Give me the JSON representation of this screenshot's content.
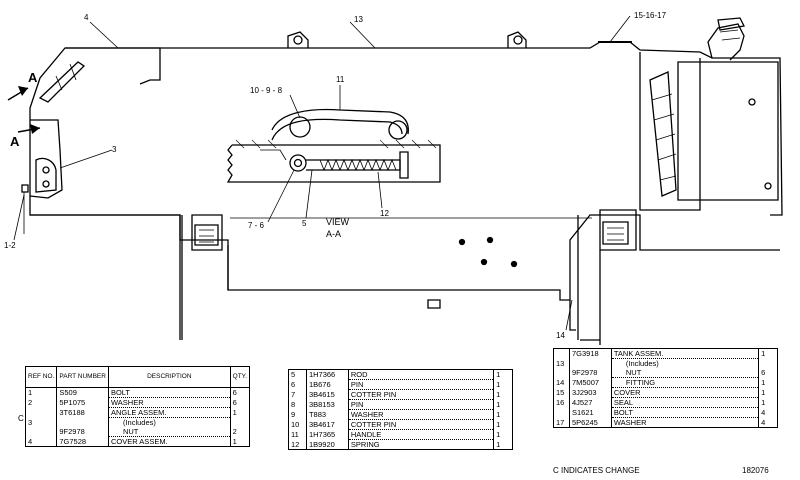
{
  "callouts": {
    "c4": "4",
    "c13": "13",
    "c15_16_17": "15-16-17",
    "c11": "11",
    "c10_9_8": "10 - 9 - 8",
    "c3": "3",
    "c1_2": "1-2",
    "c7_6": "7 - 6",
    "c5": "5",
    "c12": "12",
    "c14": "14",
    "a_top": "A",
    "a_bottom": "A",
    "view": "VIEW",
    "view_aa": "A-A"
  },
  "table1": {
    "headers": {
      "ref": "REF NO.",
      "part": "PART NUMBER",
      "desc": "DESCRIPTION",
      "qty": "QTY."
    },
    "rows": [
      {
        "ref": "1",
        "part": "S509",
        "desc": "BOLT",
        "qty": "6",
        "c": ""
      },
      {
        "ref": "2",
        "part": "5P1075",
        "desc": "WASHER",
        "qty": "6",
        "c": ""
      },
      {
        "ref": "",
        "part": "3T6188",
        "desc": "ANGLE ASSEM.",
        "qty": "1",
        "c": "C"
      },
      {
        "ref": "3",
        "part": "",
        "desc": "(Includes)",
        "qty": "",
        "c": ""
      },
      {
        "ref": "",
        "part": "9F2978",
        "desc": "NUT",
        "qty": "2",
        "c": ""
      },
      {
        "ref": "4",
        "part": "7G7528",
        "desc": "COVER ASSEM.",
        "qty": "1",
        "c": ""
      }
    ]
  },
  "table2": {
    "rows": [
      {
        "ref": "5",
        "part": "1H7366",
        "desc": "ROD",
        "qty": "1"
      },
      {
        "ref": "6",
        "part": "1B676",
        "desc": "PIN",
        "qty": "1"
      },
      {
        "ref": "7",
        "part": "3B4615",
        "desc": "COTTER PIN",
        "qty": "1"
      },
      {
        "ref": "8",
        "part": "3B8153",
        "desc": "PIN",
        "qty": "1"
      },
      {
        "ref": "9",
        "part": "T883",
        "desc": "WASHER",
        "qty": "1"
      },
      {
        "ref": "10",
        "part": "3B4617",
        "desc": "COTTER PIN",
        "qty": "1"
      },
      {
        "ref": "11",
        "part": "1H7365",
        "desc": "HANDLE",
        "qty": "1"
      },
      {
        "ref": "12",
        "part": "1B9920",
        "desc": "SPRING",
        "qty": "1"
      }
    ]
  },
  "table3": {
    "rows": [
      {
        "ref": "",
        "part": "7G3918",
        "desc": "TANK ASSEM.",
        "qty": "1"
      },
      {
        "ref": "13",
        "part": "",
        "desc": "(Includes)",
        "qty": ""
      },
      {
        "ref": "",
        "part": "9F2978",
        "desc": "NUT",
        "qty": "6"
      },
      {
        "ref": "14",
        "part": "7M5007",
        "desc": "FITTING",
        "qty": "1"
      },
      {
        "ref": "15",
        "part": "3J2903",
        "desc": "COVER",
        "qty": "1"
      },
      {
        "ref": "16",
        "part": "4J527",
        "desc": "SEAL",
        "qty": "1"
      },
      {
        "ref": "",
        "part": "S1621",
        "desc": "BOLT",
        "qty": "4"
      },
      {
        "ref": "17",
        "part": "5P6245",
        "desc": "WASHER",
        "qty": "4"
      }
    ]
  },
  "footer": {
    "change_note": "C INDICATES CHANGE",
    "drawing_number": "182076"
  }
}
